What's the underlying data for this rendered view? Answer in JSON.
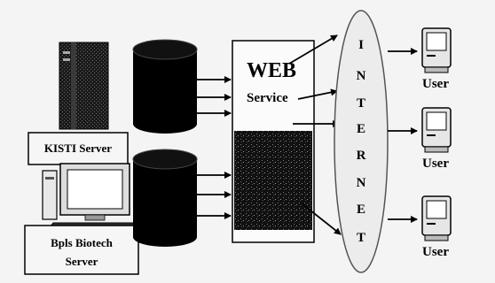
{
  "servers": {
    "kisti_label": "KISTI Server",
    "bioinfo_label_line1": "Bpls Biotech",
    "bioinfo_label_line2": "Server"
  },
  "web": {
    "title": "WEB",
    "subtitle": "Service"
  },
  "internet": {
    "letters": [
      "I",
      "N",
      "T",
      "E",
      "R",
      "N",
      "E",
      "T"
    ]
  },
  "users": [
    "User",
    "User",
    "User"
  ],
  "icons": [
    "server-tower-icon",
    "database-icon",
    "desktop-computer-icon",
    "user-computer-icon"
  ]
}
